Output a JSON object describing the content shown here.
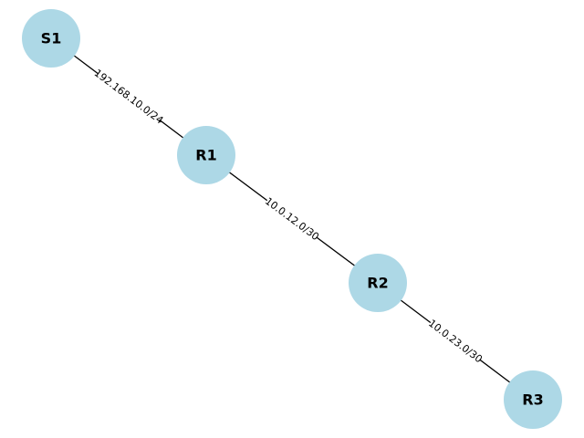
{
  "colors": {
    "node_fill": "#add8e6",
    "edge": "#000000",
    "background": "#ffffff"
  },
  "nodes": [
    {
      "id": "S1",
      "label": "S1"
    },
    {
      "id": "R1",
      "label": "R1"
    },
    {
      "id": "R2",
      "label": "R2"
    },
    {
      "id": "R3",
      "label": "R3"
    }
  ],
  "edges": [
    {
      "from": "S1",
      "to": "R1",
      "label": "192.168.10.0/24"
    },
    {
      "from": "R1",
      "to": "R2",
      "label": "10.0.12.0/30"
    },
    {
      "from": "R2",
      "to": "R3",
      "label": "10.0.23.0/30"
    }
  ]
}
